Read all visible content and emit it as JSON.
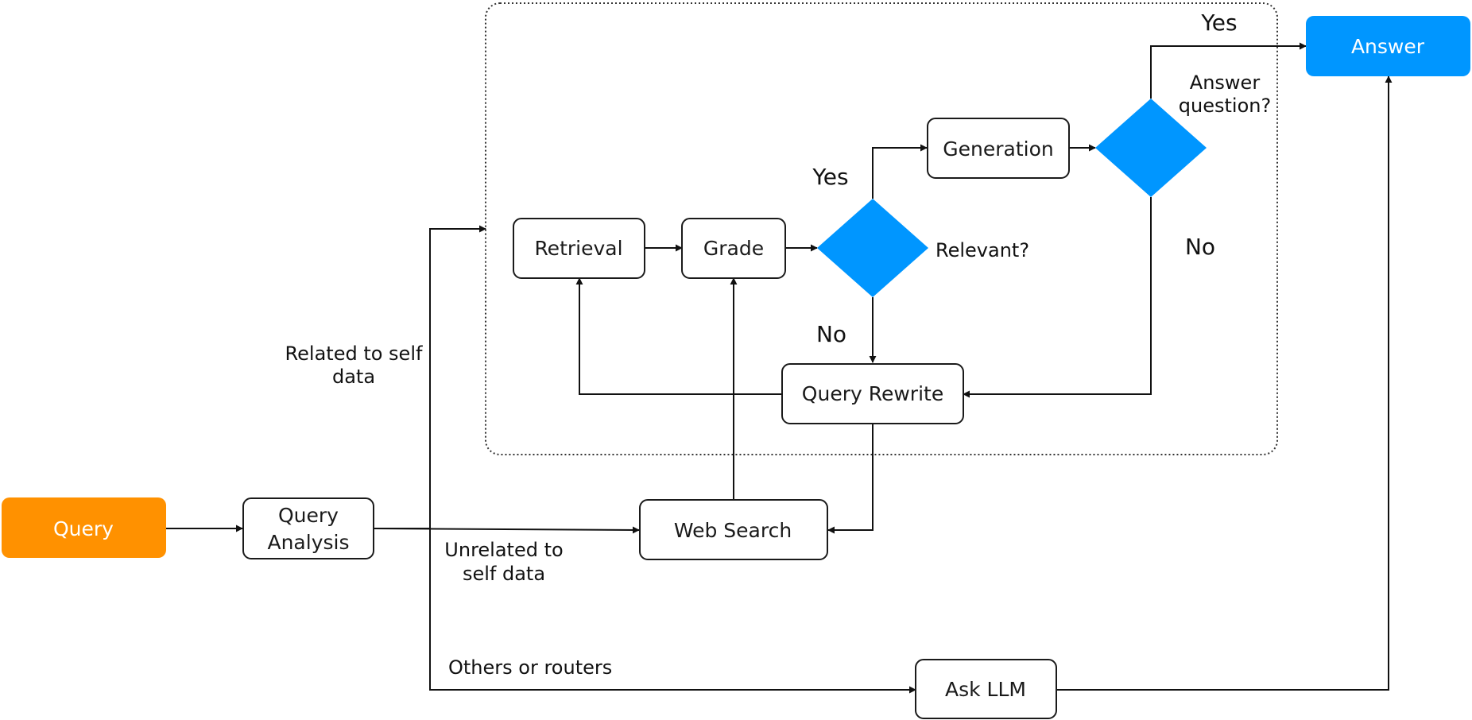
{
  "colors": {
    "query_fill": "#FF9100",
    "answer_fill": "#0096FF",
    "diamond_fill": "#0096FF",
    "line": "#111111"
  },
  "nodes": {
    "query": "Query",
    "query_analysis_line1": "Query",
    "query_analysis_line2": "Analysis",
    "retrieval": "Retrieval",
    "grade": "Grade",
    "generation": "Generation",
    "query_rewrite": "Query Rewrite",
    "web_search": "Web Search",
    "ask_llm": "Ask LLM",
    "answer": "Answer"
  },
  "decisions": {
    "relevant": "Relevant?",
    "answer_question_line1": "Answer",
    "answer_question_line2": "question?"
  },
  "edge_labels": {
    "yes_relevant": "Yes",
    "no_relevant": "No",
    "yes_answer": "Yes",
    "no_answer": "No",
    "related_line1": "Related to self",
    "related_line2": "data",
    "unrelated_line1": "Unrelated to",
    "unrelated_line2": "self data",
    "others": "Others or routers"
  }
}
